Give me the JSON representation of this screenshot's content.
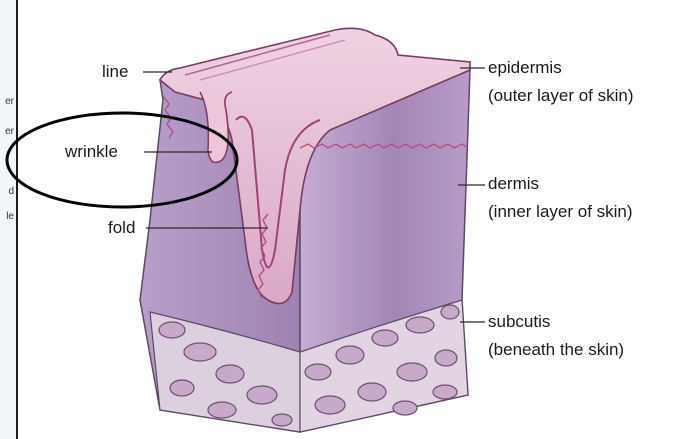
{
  "side_fragments": [
    "er",
    "er",
    "d",
    "le"
  ],
  "labels": {
    "line": "line",
    "wrinkle": "wrinkle",
    "fold": "fold",
    "epidermis": "epidermis",
    "epidermis_desc": "(outer layer of skin)",
    "dermis": "dermis",
    "dermis_desc": "(inner layer of skin)",
    "subcutis": "subcutis",
    "subcutis_desc": "(beneath the skin)"
  },
  "colors": {
    "epidermis_top": "#e2b6d0",
    "dermis": "#a98bb8",
    "subcutis": "#d9cad9",
    "highlight_ellipse": "#000000"
  }
}
